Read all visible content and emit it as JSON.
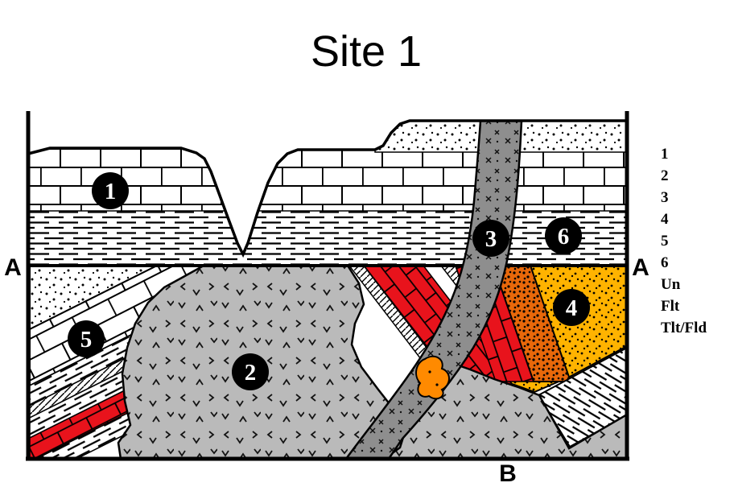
{
  "title": "Site 1",
  "section_markers": {
    "left": "A",
    "right": "A",
    "bottom": "B"
  },
  "units": {
    "u1": "1",
    "u2": "2",
    "u3": "3",
    "u4": "4",
    "u5": "5",
    "u6": "6"
  },
  "legend": {
    "items": [
      "1",
      "2",
      "3",
      "4",
      "5",
      "6",
      "Un",
      "Flt",
      "Tlt/Fld"
    ]
  },
  "colors": {
    "intrusion_gray": "#BABABA",
    "dike_gray": "#8E8E8E",
    "red_unit": "#E8131C",
    "yellow_unit": "#FFB300",
    "conglomerate_orange": "#E8680A",
    "blob_orange": "#FF8A00"
  }
}
